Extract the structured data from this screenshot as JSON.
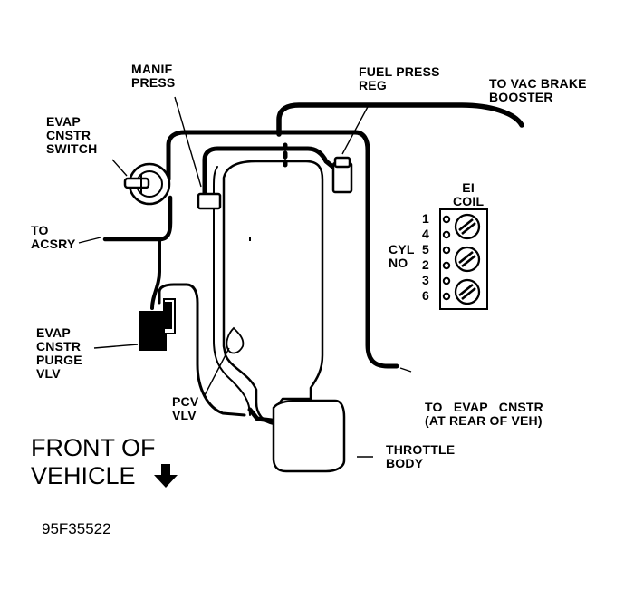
{
  "labels": {
    "manif_press": [
      "MANIF",
      "PRESS"
    ],
    "fuel_press_reg": [
      "FUEL PRESS",
      "REG"
    ],
    "vac_brake_booster": [
      "TO VAC BRAKE",
      "BOOSTER"
    ],
    "evap_cnstr_switch": [
      "EVAP",
      "CNSTR",
      "SWITCH"
    ],
    "to_acsry": [
      "TO",
      "ACSRY"
    ],
    "ei_coil": [
      "EI",
      "COIL"
    ],
    "cyl_no": [
      "CYL",
      "NO"
    ],
    "coil_numbers": [
      "1",
      "4",
      "5",
      "2",
      "3",
      "6"
    ],
    "evap_cnstr_purge_vlv": [
      "EVAP",
      "CNSTR",
      "PURGE",
      "VLV"
    ],
    "to_evap_cnstr": [
      "TO   EVAP   CNSTR",
      "(AT REAR OF VEH)"
    ],
    "pcv_vlv": [
      "PCV",
      "VLV"
    ],
    "throttle_body": [
      "THROTTLE",
      "BODY"
    ],
    "front_of_vehicle": [
      "FRONT OF",
      "VEHICLE"
    ]
  },
  "figure_code": "95F35522",
  "arrow_icon": "down-arrow-icon"
}
